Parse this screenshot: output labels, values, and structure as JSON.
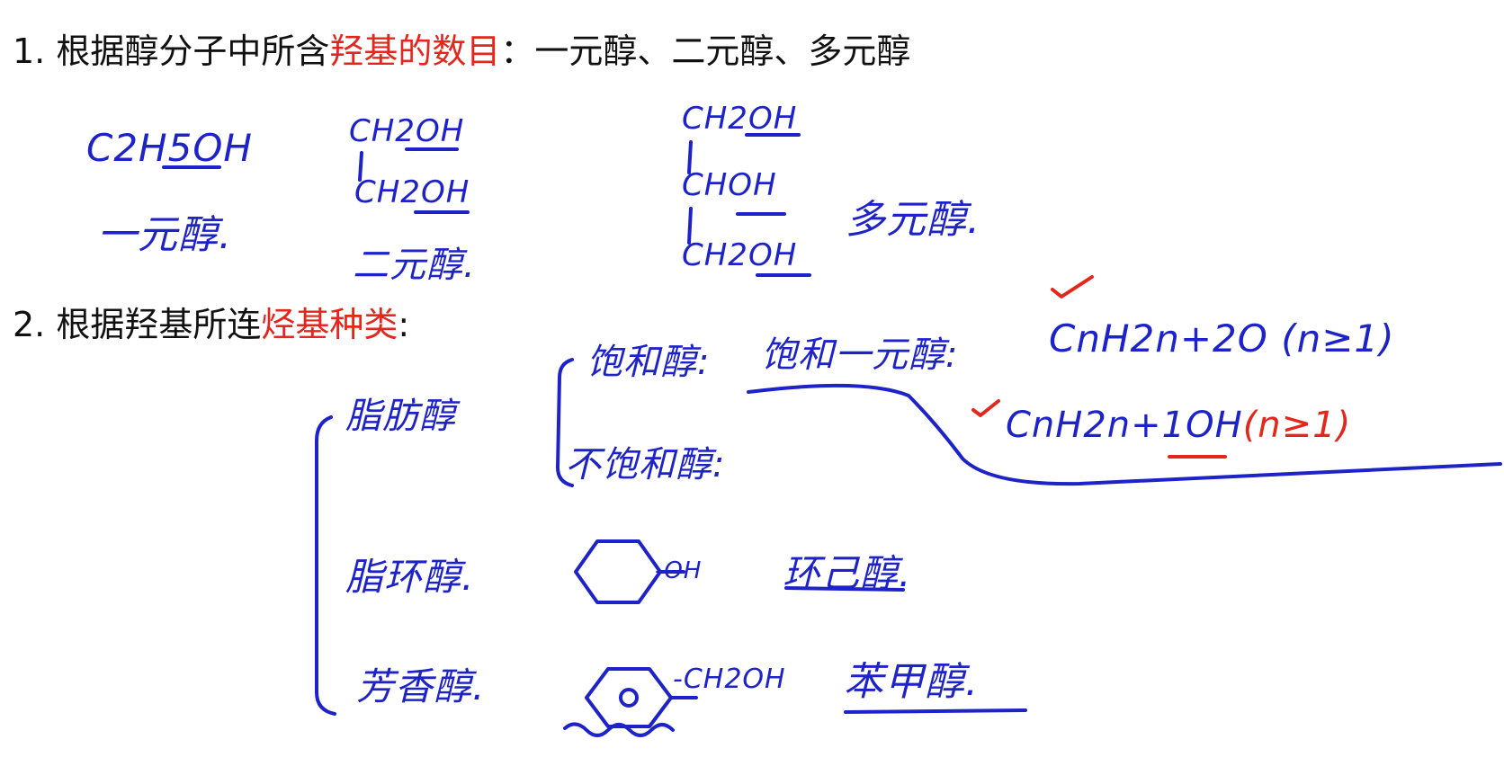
{
  "heading1": {
    "prefix": "1. 根据醇分子中所含",
    "highlight": "羟基的数目",
    "suffix": "：一元醇、二元醇、多元醇"
  },
  "heading2": {
    "prefix": "2. 根据羟基所连",
    "highlight": "烃基种类",
    "suffix": ":"
  },
  "notes": {
    "ethanol_formula": "C2H5OH",
    "ethanol_label": "一元醇.",
    "glycol_line1": "CH2OH",
    "glycol_line2": "CH2OH",
    "glycol_label": "二元醇.",
    "glycerol_line1": "CH2OH",
    "glycerol_line2": "CHOH",
    "glycerol_line3": "CH2OH",
    "glycerol_label": "多元醇.",
    "aliphatic": "脂肪醇",
    "saturated": "饱和醇:",
    "saturated_mono": "饱和一元醇:",
    "formula_a": "CnH2n+2O (n≥1)",
    "formula_b_prefix": "CnH2n+1",
    "formula_b_oh": "OH",
    "formula_b_cond": "(n≥1)",
    "unsaturated": "不饱和醇:",
    "alicyclic": "脂环醇.",
    "oh_group": "-OH",
    "cyclohexanol": "环己醇.",
    "aromatic": "芳香醇.",
    "ch2oh_group": "-CH2OH",
    "benzyl_alcohol": "苯甲醇."
  },
  "colors": {
    "ink_blue": "#1d23c9",
    "ink_red": "#e4261c",
    "text": "#111111"
  }
}
